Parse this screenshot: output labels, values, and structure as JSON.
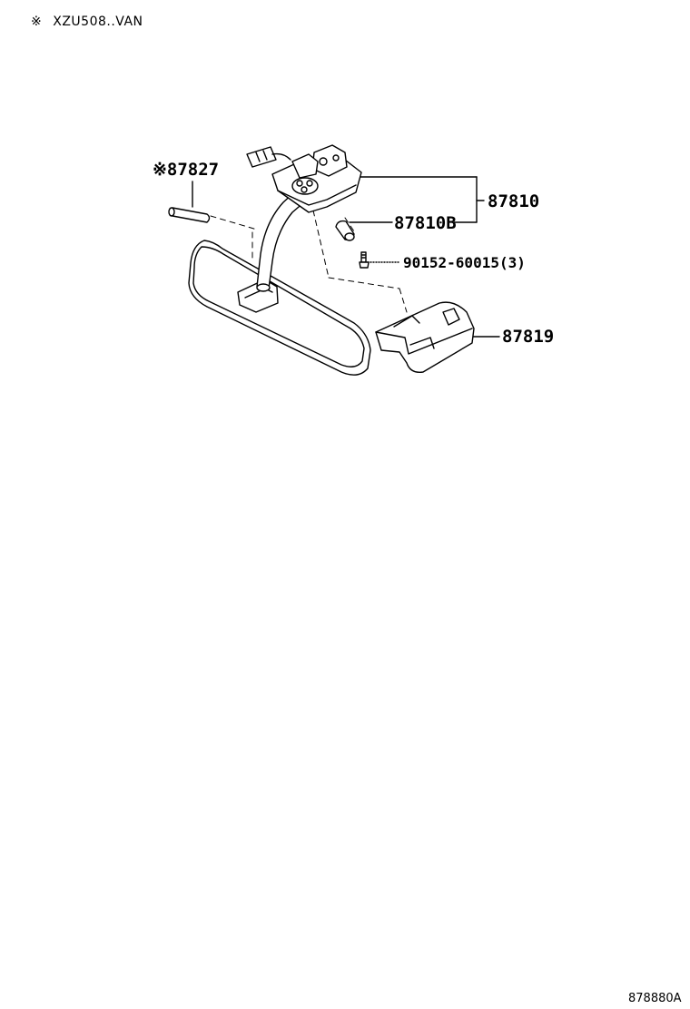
{
  "header": {
    "note_symbol": "※",
    "note_text": "XZU508..VAN"
  },
  "parts": {
    "p87827": "※87827",
    "p87810": "87810",
    "p87810b": "87810B",
    "p90152": "90152-60015(3)",
    "p87819": "87819"
  },
  "figure_id": "878880A"
}
